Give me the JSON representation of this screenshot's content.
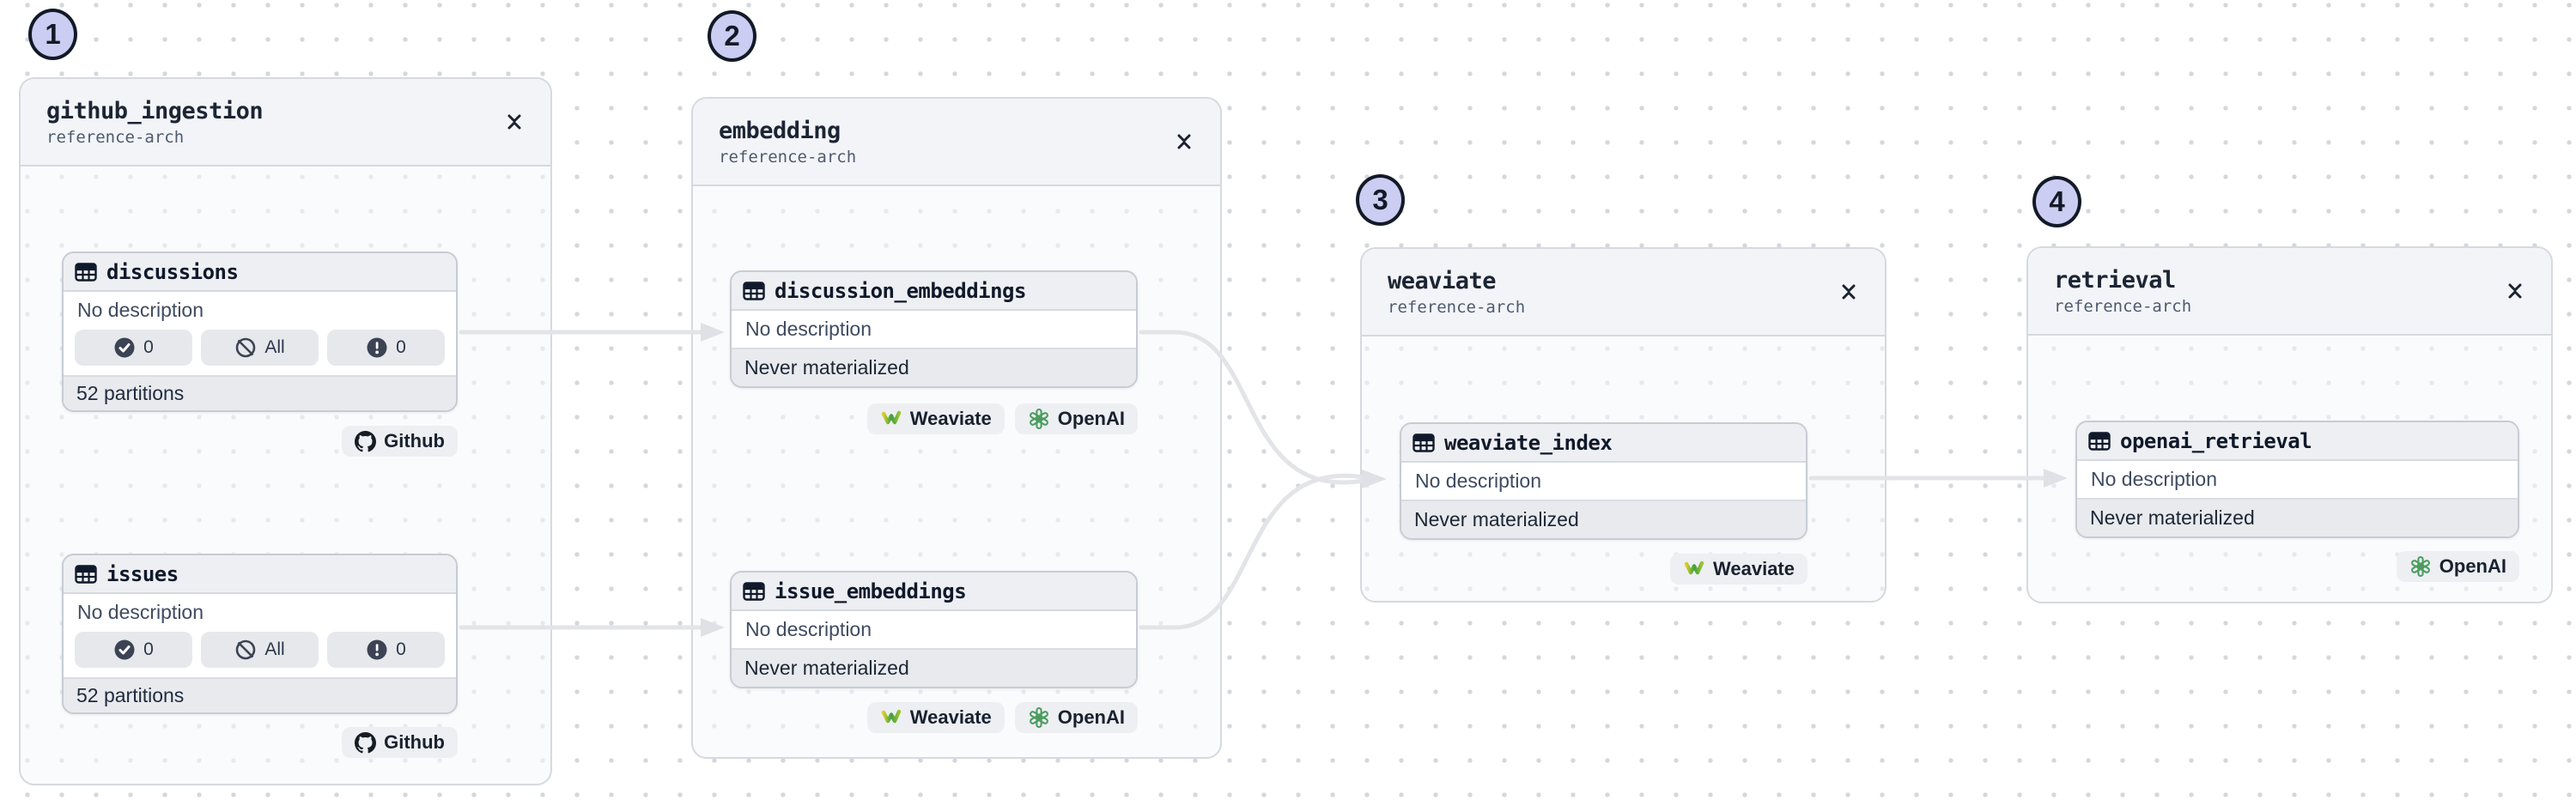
{
  "canvas": {
    "background": "#ffffff",
    "dot_color": "#d4d7dd",
    "edge_color": "#e2e4e8",
    "annotation_badge_fill": "#cbcdf2",
    "annotation_badge_border": "#131a27"
  },
  "groups": [
    {
      "badge": "1",
      "title": "github_ingestion",
      "subtitle": "reference-arch",
      "assets": [
        {
          "name": "discussions",
          "description": "No description",
          "pills": [
            {
              "icon": "check-circle-icon",
              "label": "0"
            },
            {
              "icon": "slash-circle-icon",
              "label": "All"
            },
            {
              "icon": "alert-circle-icon",
              "label": "0"
            }
          ],
          "partitions": "52 partitions",
          "kinds": [
            {
              "icon": "github-icon",
              "label": "Github"
            }
          ]
        },
        {
          "name": "issues",
          "description": "No description",
          "pills": [
            {
              "icon": "check-circle-icon",
              "label": "0"
            },
            {
              "icon": "slash-circle-icon",
              "label": "All"
            },
            {
              "icon": "alert-circle-icon",
              "label": "0"
            }
          ],
          "partitions": "52 partitions",
          "kinds": [
            {
              "icon": "github-icon",
              "label": "Github"
            }
          ]
        }
      ]
    },
    {
      "badge": "2",
      "title": "embedding",
      "subtitle": "reference-arch",
      "assets": [
        {
          "name": "discussion_embeddings",
          "description": "No description",
          "status": "Never materialized",
          "kinds": [
            {
              "icon": "weaviate-icon",
              "label": "Weaviate"
            },
            {
              "icon": "openai-icon",
              "label": "OpenAI"
            }
          ]
        },
        {
          "name": "issue_embeddings",
          "description": "No description",
          "status": "Never materialized",
          "kinds": [
            {
              "icon": "weaviate-icon",
              "label": "Weaviate"
            },
            {
              "icon": "openai-icon",
              "label": "OpenAI"
            }
          ]
        }
      ]
    },
    {
      "badge": "3",
      "title": "weaviate",
      "subtitle": "reference-arch",
      "assets": [
        {
          "name": "weaviate_index",
          "description": "No description",
          "status": "Never materialized",
          "kinds": [
            {
              "icon": "weaviate-icon",
              "label": "Weaviate"
            }
          ]
        }
      ]
    },
    {
      "badge": "4",
      "title": "retrieval",
      "subtitle": "reference-arch",
      "assets": [
        {
          "name": "openai_retrieval",
          "description": "No description",
          "status": "Never materialized",
          "kinds": [
            {
              "icon": "openai-icon",
              "label": "OpenAI"
            }
          ]
        }
      ]
    }
  ]
}
